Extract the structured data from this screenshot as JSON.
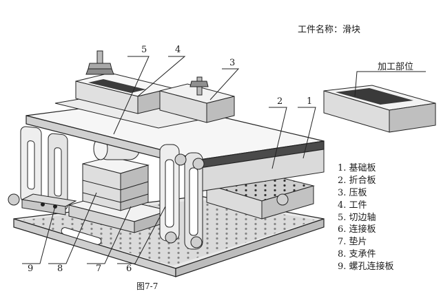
{
  "title": "工件名称：滑块",
  "callout_label": "加工部位",
  "caption": "图7-7",
  "legend": [
    "1. 基础板",
    "2. 折合板",
    "3. 压板",
    "4. 工件",
    "5. 切边轴",
    "6. 连接板",
    "7. 垫片",
    "8. 支承件",
    "9. 螺孔连接板"
  ],
  "part_numbers": [
    "1",
    "2",
    "3",
    "4",
    "5",
    "6",
    "7",
    "8",
    "9"
  ]
}
